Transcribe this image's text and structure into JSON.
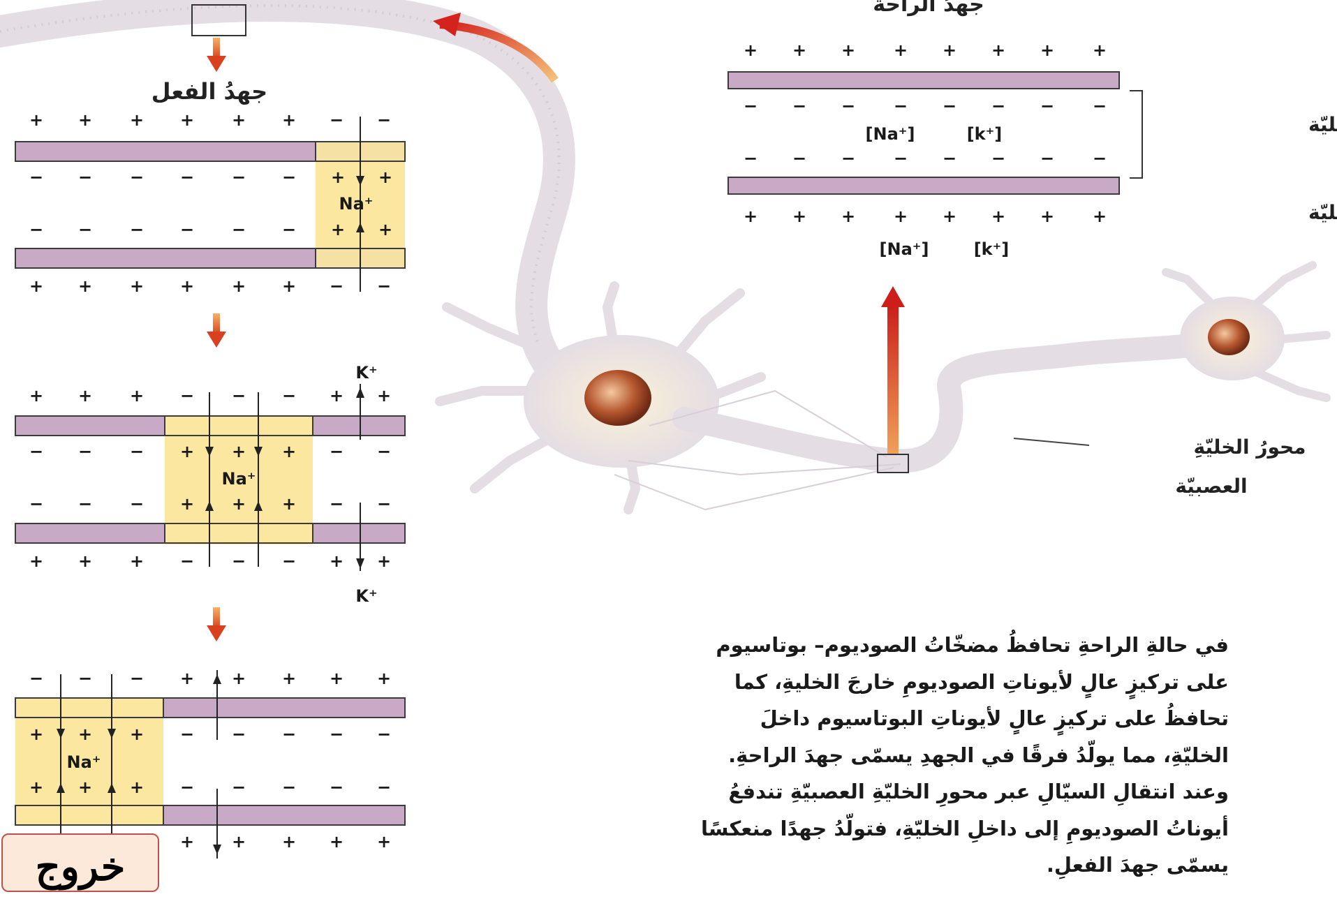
{
  "diagram": {
    "resting_potential_title": "جهدُ الراحة",
    "action_potential_title": "جهدُ الفعل",
    "inside_cell_label": "داخلُ الخليّة",
    "outside_cell_label": "خارجُ الخليّة",
    "axon_label_line1": "محورُ الخليّةِ",
    "axon_label_line2": "العصبيّة",
    "na_ion": "Na⁺",
    "k_ion": "K⁺",
    "na_bracket": "[Na⁺]",
    "k_bracket": "[k⁺]",
    "plus": "+",
    "minus": "−"
  },
  "paragraph": {
    "lines": [
      "في حالةِ الراحةِ تحافظُ مضخّاتُ الصوديوم– بوتاسيوم",
      "على تركيزٍ عالٍ لأيوناتِ الصوديومِ خارجَ الخليةِ، كما",
      "تحافظُ على تركيزٍ عالٍ لأيوناتِ البوتاسيوم داخلَ",
      "الخليّةِ، مما يولّدُ فرقًا في الجهدِ يسمّى جهدَ الراحةِ.",
      "وعند انتقالِ السيّالِ عبر محورِ الخليّةِ العصبيّةِ تندفعُ",
      "أيوناتُ الصوديومِ إلى داخلِ الخليّةِ، فتولّدُ جهدًا منعكسًا",
      "يسمّى جهدَ الفعلِ."
    ]
  },
  "exit_button": {
    "label": "خروج"
  },
  "colors": {
    "membrane": "#c8a9c6",
    "gate": "#fbe7a0",
    "arrow": "#d9411e",
    "neuron": "#e4dde3"
  }
}
